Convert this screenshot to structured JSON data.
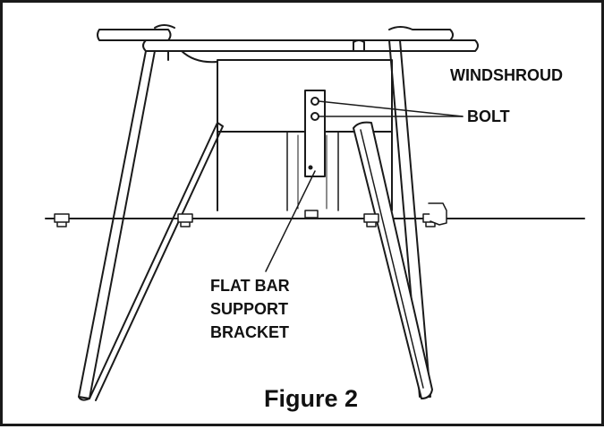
{
  "labels": {
    "windshroud": "WINDSHROUD",
    "bolt": "BOLT",
    "flat_bar_support_bracket": [
      "FLAT BAR",
      "SUPPORT",
      "BRACKET"
    ]
  },
  "caption": "Figure 2",
  "colors": {
    "line": "#1a1a1a",
    "background": "#ffffff"
  }
}
